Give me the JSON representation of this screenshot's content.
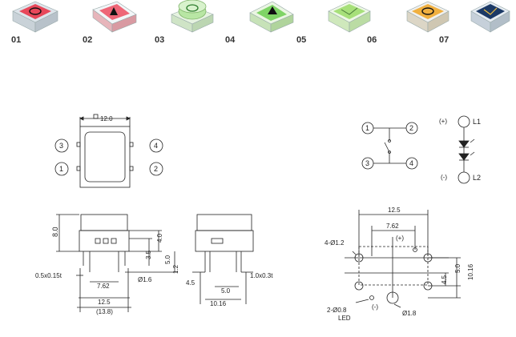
{
  "products": [
    {
      "label": "01",
      "body_color": "#e8485a",
      "icon": "power-icon"
    },
    {
      "label": "02",
      "body_color": "#ee6677",
      "icon": "triangle-icon"
    },
    {
      "label": "03",
      "body_color": "#9fd88a",
      "icon": "ring-icon"
    },
    {
      "label": "04",
      "body_color": "#7fd466",
      "icon": "triangle-icon"
    },
    {
      "label": "05",
      "body_color": "#a7e07a",
      "icon": "envelope-icon"
    },
    {
      "label": "06",
      "body_color": "#f0b040",
      "icon": "power-icon"
    },
    {
      "label": "07",
      "body_color": "#1c3a66",
      "icon": "envelope-icon"
    }
  ],
  "top_view": {
    "width_dim": "12.0",
    "pins": [
      "3",
      "4",
      "1",
      "2"
    ]
  },
  "schematic": {
    "switch_pins": [
      "1",
      "2",
      "3",
      "4"
    ],
    "led_plus": "(+)",
    "led_minus": "(-)",
    "l1": "L1",
    "l2": "L2"
  },
  "side_view": {
    "height": "8.0",
    "d1": "4.0",
    "d2": "3.5",
    "d3": "5.0",
    "d4": "1.2",
    "pin_left": "0.5x0.15t",
    "pitch": "7.62",
    "hole": "Ø1.6",
    "w1": "12.5",
    "w2": "(13.8)"
  },
  "side_view2": {
    "d1": "4.5",
    "d2": "5.0",
    "pin": "1.0x0.3t",
    "w": "10.16"
  },
  "pcb": {
    "w": "12.5",
    "pitch": "7.62",
    "plus": "(+)",
    "holes": "4-Ø1.2",
    "v1": "5.0",
    "v2": "4.5",
    "v3": "10.16",
    "led_holes": "2-Ø0.8",
    "led": "LED",
    "minus": "(-)",
    "post": "Ø1.8"
  }
}
